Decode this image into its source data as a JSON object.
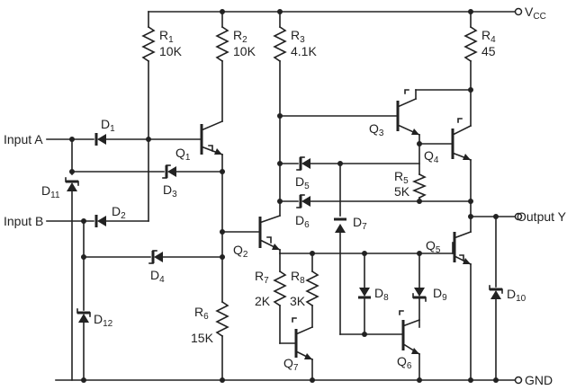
{
  "labels": {
    "vcc": "V",
    "vcc_sub": "CC",
    "gnd": "GND",
    "input_a": "Input A",
    "input_b": "Input B",
    "output_y": "Output Y",
    "r1": "R",
    "r1_sub": "1",
    "r1_val": "10K",
    "r2": "R",
    "r2_sub": "2",
    "r2_val": "10K",
    "r3": "R",
    "r3_sub": "3",
    "r3_val": "4.1K",
    "r4": "R",
    "r4_sub": "4",
    "r4_val": "45",
    "r5": "R",
    "r5_sub": "5",
    "r5_val": "5K",
    "r6": "R",
    "r6_sub": "6",
    "r6_val": "15K",
    "r7": "R",
    "r7_sub": "7",
    "r7_val": "2K",
    "r8": "R",
    "r8_sub": "8",
    "r8_val": "3K",
    "q1": "Q",
    "q1_sub": "1",
    "q2": "Q",
    "q2_sub": "2",
    "q3": "Q",
    "q3_sub": "3",
    "q4": "Q",
    "q4_sub": "4",
    "q5": "Q",
    "q5_sub": "5",
    "q6": "Q",
    "q6_sub": "6",
    "q7": "Q",
    "q7_sub": "7",
    "d1": "D",
    "d1_sub": "1",
    "d2": "D",
    "d2_sub": "2",
    "d3": "D",
    "d3_sub": "3",
    "d4": "D",
    "d4_sub": "4",
    "d5": "D",
    "d5_sub": "5",
    "d6": "D",
    "d6_sub": "6",
    "d7": "D",
    "d7_sub": "7",
    "d8": "D",
    "d8_sub": "8",
    "d9": "D",
    "d9_sub": "9",
    "d10": "D",
    "d10_sub": "10",
    "d11": "D",
    "d11_sub": "11",
    "d12": "D",
    "d12_sub": "12"
  }
}
